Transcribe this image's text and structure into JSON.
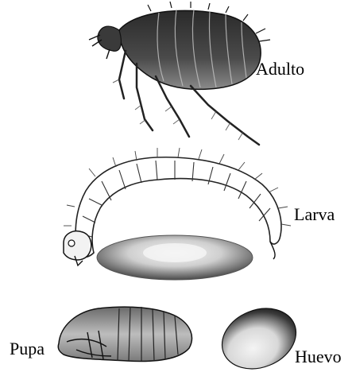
{
  "labels": {
    "adult": "Adulto",
    "larva": "Larva",
    "pupa": "Pupa",
    "egg": "Huevo"
  },
  "colors": {
    "background": "#ffffff",
    "ink": "#1a1a1a",
    "flea_body": "#3a3a3a",
    "pupa_body": "#9c9c9c",
    "egg_shell": "#161616",
    "cocoon": "#b9b9b9"
  },
  "icons": [
    "flea-adult-illustration",
    "flea-larva-illustration",
    "cocoon-illustration",
    "flea-pupa-illustration",
    "flea-egg-illustration"
  ]
}
